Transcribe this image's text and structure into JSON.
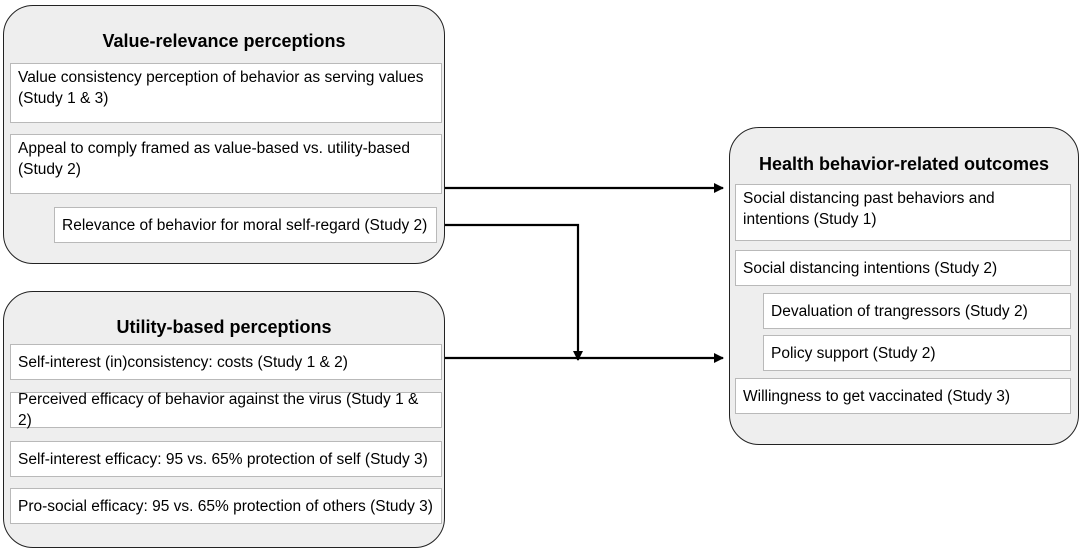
{
  "value_group": {
    "title": "Value-relevance perceptions",
    "items": [
      "Value consistency perception of behavior as serving values (Study 1 & 3)",
      "Appeal to comply framed as value-based vs. utility-based (Study 2)",
      "Relevance of behavior for moral self-regard (Study 2)"
    ]
  },
  "utility_group": {
    "title": "Utility-based perceptions",
    "items": [
      "Self-interest (in)consistency: costs (Study 1 & 2)",
      "Perceived efficacy of behavior against the virus (Study 1 & 2)",
      "Self-interest efficacy: 95 vs. 65% protection of self (Study 3)",
      "Pro-social efficacy: 95 vs. 65% protection of others (Study 3)"
    ]
  },
  "outcome_group": {
    "title": "Health behavior-related outcomes",
    "items": [
      "Social distancing past behaviors and intentions (Study 1)",
      "Social distancing intentions (Study 2)",
      "Devaluation of trangressors (Study 2)",
      "Policy support (Study 2)",
      "Willingness to get vaccinated (Study 3)"
    ]
  }
}
